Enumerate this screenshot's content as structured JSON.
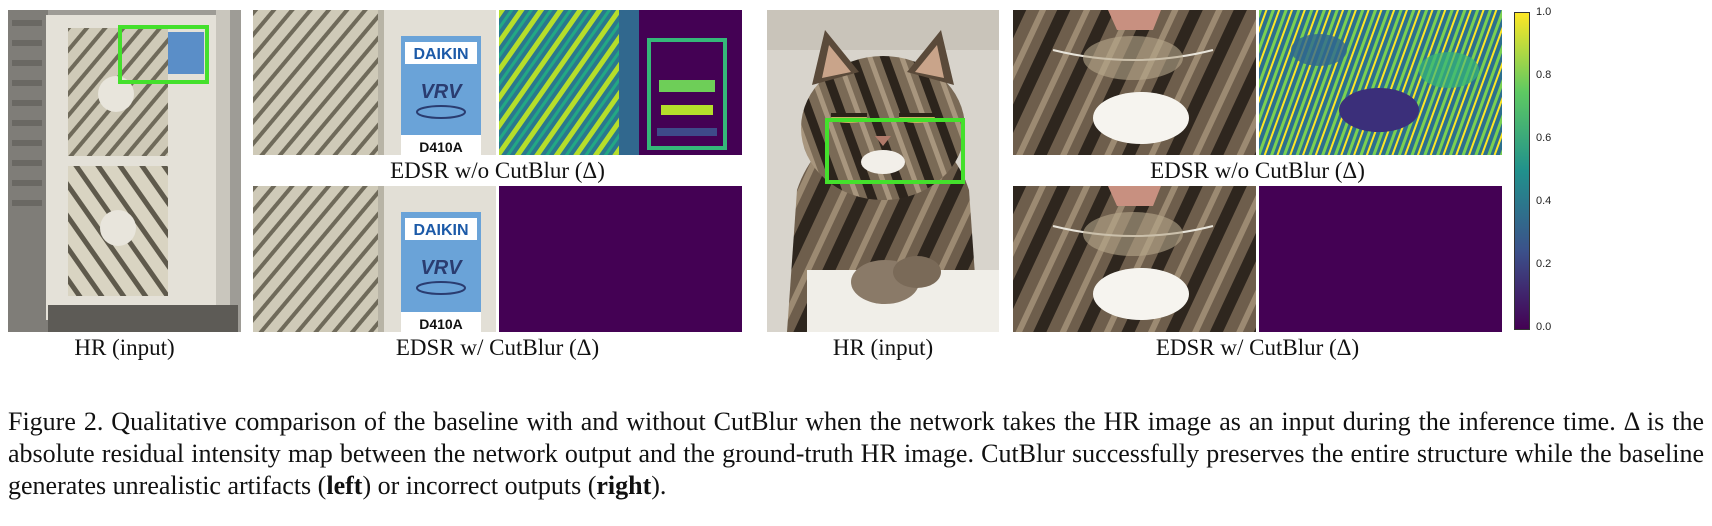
{
  "figure": {
    "left": {
      "hr_caption": "HR (input)",
      "top_row_caption": "EDSR w/o CutBlur (Δ)",
      "bottom_row_caption": "EDSR w/ CutBlur (Δ)",
      "label_text": "DAIKIN",
      "model_text": "VRV",
      "unit_code": "D410A"
    },
    "right": {
      "hr_caption": "HR (input)",
      "top_row_caption": "EDSR w/o CutBlur (Δ)",
      "bottom_row_caption": "EDSR w/ CutBlur (Δ)"
    },
    "colorbar": {
      "ticks": [
        "1.0",
        "0.8",
        "0.6",
        "0.4",
        "0.2",
        "0.0"
      ],
      "colors": [
        "#440154",
        "#3b528b",
        "#21918c",
        "#5ec962",
        "#fde725"
      ]
    },
    "caption": {
      "part1": "Figure 2. Qualitative comparison of the baseline with and without CutBlur when the network takes the HR image as an input during the inference time. Δ is the absolute residual intensity map between the network output and the ground-truth HR image. CutBlur successfully preserves the entire structure while the baseline generates unrealistic artifacts (",
      "bold1": "left",
      "part2": ") or incorrect outputs (",
      "bold2": "right",
      "part3": ")."
    }
  }
}
